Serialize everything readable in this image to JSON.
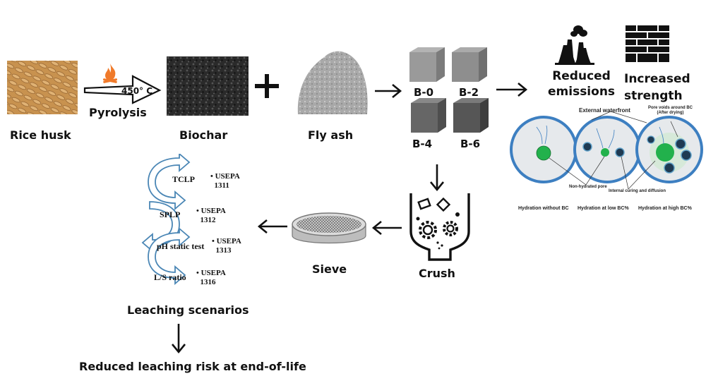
{
  "labels": {
    "rice_husk": "Rice husk",
    "pyrolysis": "Pyrolysis",
    "temperature": "450° C",
    "biochar": "Biochar",
    "fly_ash": "Fly ash",
    "b0": "B-0",
    "b2": "B-2",
    "b4": "B-4",
    "b6": "B-6",
    "reduced_emissions_1": "Reduced",
    "reduced_emissions_2": "emissions",
    "increased_strength_1": "Increased",
    "increased_strength_2": "strength",
    "crush": "Crush",
    "sieve": "Sieve",
    "leaching_scenarios": "Leaching scenarios",
    "reduced_leaching": "Reduced leaching risk at end-of-life"
  },
  "hydration": {
    "external_waterfront": "External waterfront",
    "pore_voids_1": "Pore voids around BC",
    "pore_voids_2": "(After drying)",
    "non_hydrated_pore": "Non-hydrated pore",
    "internal_curing": "Internal curing and diffusion",
    "caption_1": "Hydration without BC",
    "caption_2": "Hydration at low BC%",
    "caption_3": "Hydration at high BC%"
  },
  "leaching": [
    {
      "test": "TCLP",
      "bullet": "•",
      "standard_1": "USEPA",
      "standard_2": "1311"
    },
    {
      "test": "SPLP",
      "bullet": "•",
      "standard_1": "USEPA",
      "standard_2": "1312"
    },
    {
      "test": "pH static test",
      "bullet": "•",
      "standard_1": "USEPA",
      "standard_2": "1313"
    },
    {
      "test": "L/S ratio",
      "bullet": "•",
      "standard_1": "USEPA",
      "standard_2": "1316"
    }
  ],
  "colors": {
    "circle_border": "#3d7fc1",
    "circle_fill": "#e6e9ec",
    "biochar_green": "#22b14c",
    "fire": "#f07a2a",
    "cube_light": "#9a9a9a",
    "cube_dark": "#5a5a5a"
  },
  "icons": [
    "fire-icon",
    "arrow-right-icon",
    "plus-icon",
    "factory-icon",
    "brick-wall-icon",
    "crusher-icon",
    "sieve-icon",
    "cycle-arrow-icon",
    "arrow-down-icon"
  ]
}
